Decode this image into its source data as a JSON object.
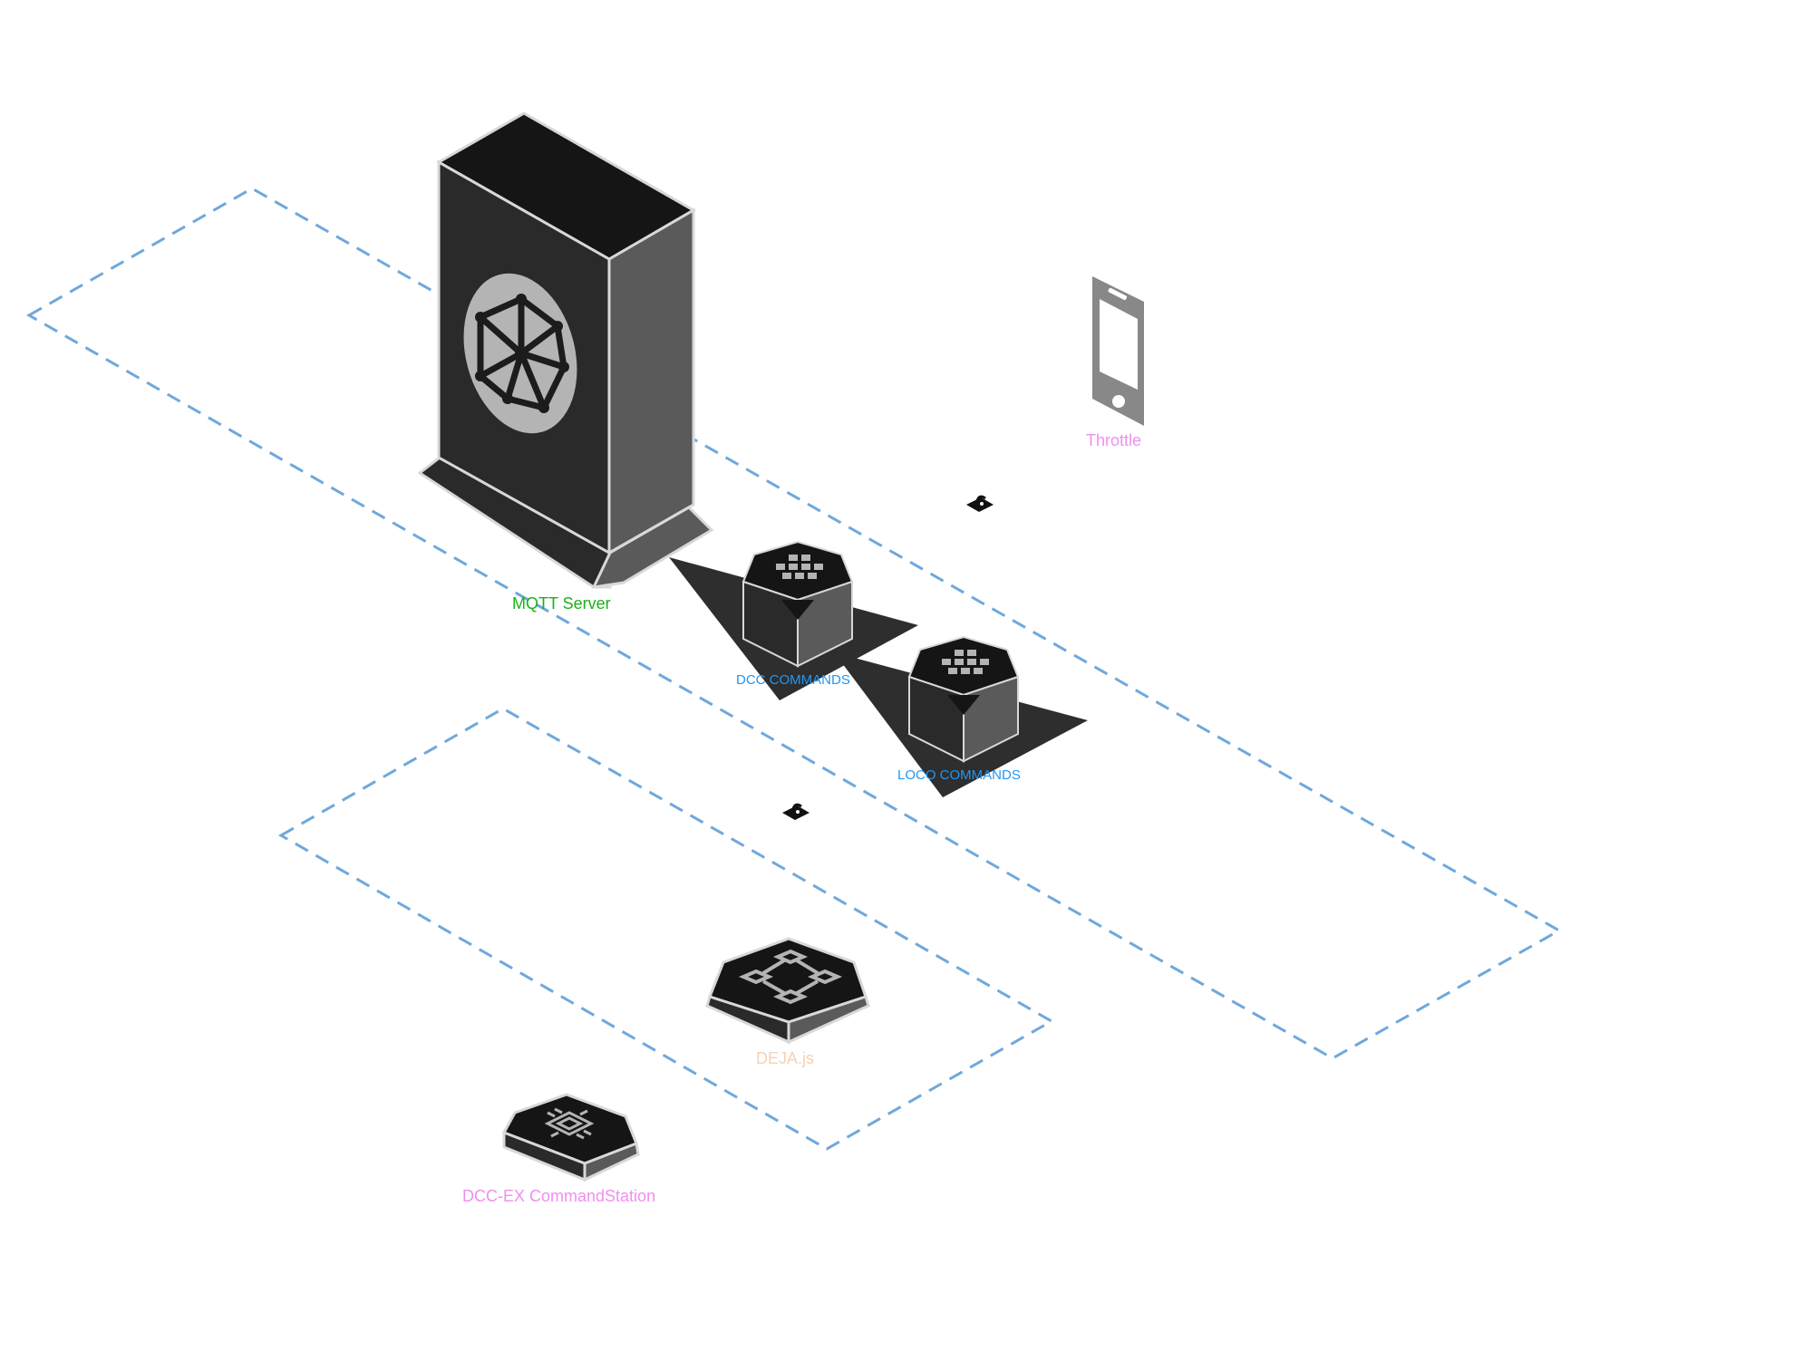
{
  "nodes": {
    "mqtt": {
      "label": "MQTT Server",
      "color": "#19b219"
    },
    "dcc_commands": {
      "label": "DCC COMMANDS",
      "color": "#2196f3"
    },
    "loco_commands": {
      "label": "LOCO COMMANDS",
      "color": "#2196f3"
    },
    "throttle": {
      "label": "Throttle",
      "color": "#f08ef0"
    },
    "dejajs": {
      "label": "DEJA.js",
      "color": "#f5d2b4"
    },
    "commandstation": {
      "label": "DCC-EX CommandStation",
      "color": "#f08ef0"
    }
  },
  "icons": {
    "mqtt": "network-mesh-icon",
    "dcc_commands": "grid-icon",
    "loco_commands": "grid-icon",
    "throttle": "mobile-phone-icon",
    "dejajs": "flowchart-icon",
    "commandstation": "chip-icon",
    "connection_a": "lock-icon",
    "connection_b": "lock-icon"
  },
  "colors": {
    "zone_border": "#6fa8dc",
    "device_dark": "#2a2a2a",
    "device_top": "#151515",
    "device_side": "#5a5a5a",
    "device_outline": "#d8d8d8",
    "phone": "#888888"
  }
}
